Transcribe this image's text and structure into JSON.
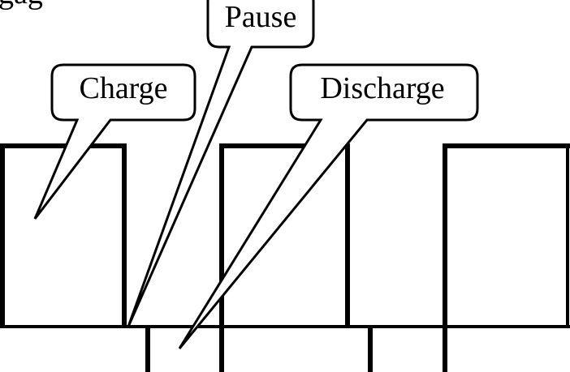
{
  "diagram": {
    "title_fragment": "gag",
    "labels": {
      "charge": "Charge",
      "pause": "Pause",
      "discharge": "Discharge"
    },
    "colors": {
      "line": "#000000",
      "background": "#ffffff"
    }
  }
}
